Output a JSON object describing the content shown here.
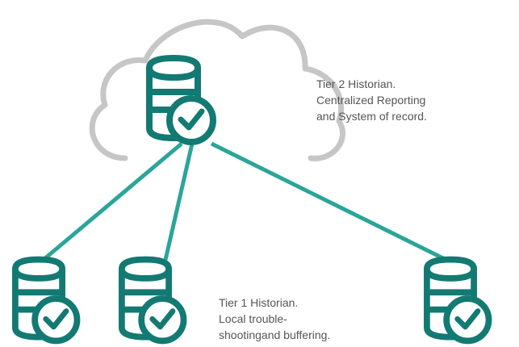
{
  "colors": {
    "teal": "#137a73",
    "connector": "#2aa599",
    "cloud": "#c6c6c6",
    "text": "#555555",
    "background": "#ffffff"
  },
  "icons": {
    "cloud": "cloud-icon",
    "database": "database-check-icon"
  },
  "tier2": {
    "lines": [
      "Tier 2 Historian.",
      "Centralized Reporting",
      "and System of record."
    ]
  },
  "tier1": {
    "lines": [
      "Tier 1 Historian.",
      "Local trouble-",
      "shootingand buffering."
    ]
  }
}
